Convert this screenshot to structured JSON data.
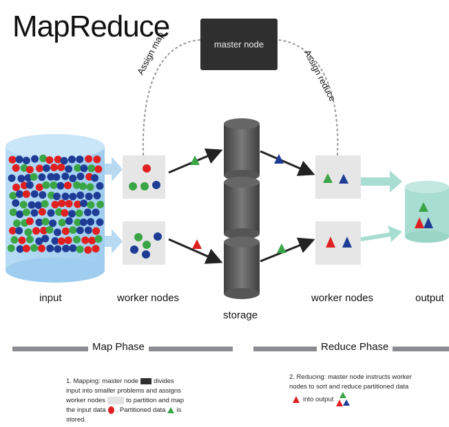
{
  "title": "MapReduce",
  "master": {
    "label": "master node"
  },
  "edges": {
    "assign_map": "Assign map",
    "assign_reduce": "Assign reduce"
  },
  "nodes": {
    "input": "input",
    "map_workers": "worker nodes",
    "storage": "storage",
    "reduce_workers": "worker nodes",
    "output": "output"
  },
  "phases": {
    "map": "Map Phase",
    "reduce": "Reduce Phase"
  },
  "notes": {
    "mapping": {
      "part1": "1. Mapping: master node",
      "part2": "divides input into smaller problems and assigns worker nodes",
      "part3": "to partition and map the input data",
      "part4": ". Partitioned data",
      "part5": "is stored."
    },
    "reducing": {
      "part1": "2. Reducing: master node instructs worker nodes to sort and reduce partitioned data",
      "part2": "into output"
    }
  },
  "colors": {
    "red": "#e02020",
    "green": "#3aa545",
    "blue": "#1e3c96",
    "master": "#2f2f2f",
    "worker_box": "#e6e6e6",
    "storage": "#555555",
    "input_cylinder": "#a9d3f1",
    "output_cylinder": "#a8ddd1",
    "map_arrow": "#b8d9f2",
    "reduce_arrow": "#a8ddd1",
    "phase_bar": "#8c8c93"
  }
}
